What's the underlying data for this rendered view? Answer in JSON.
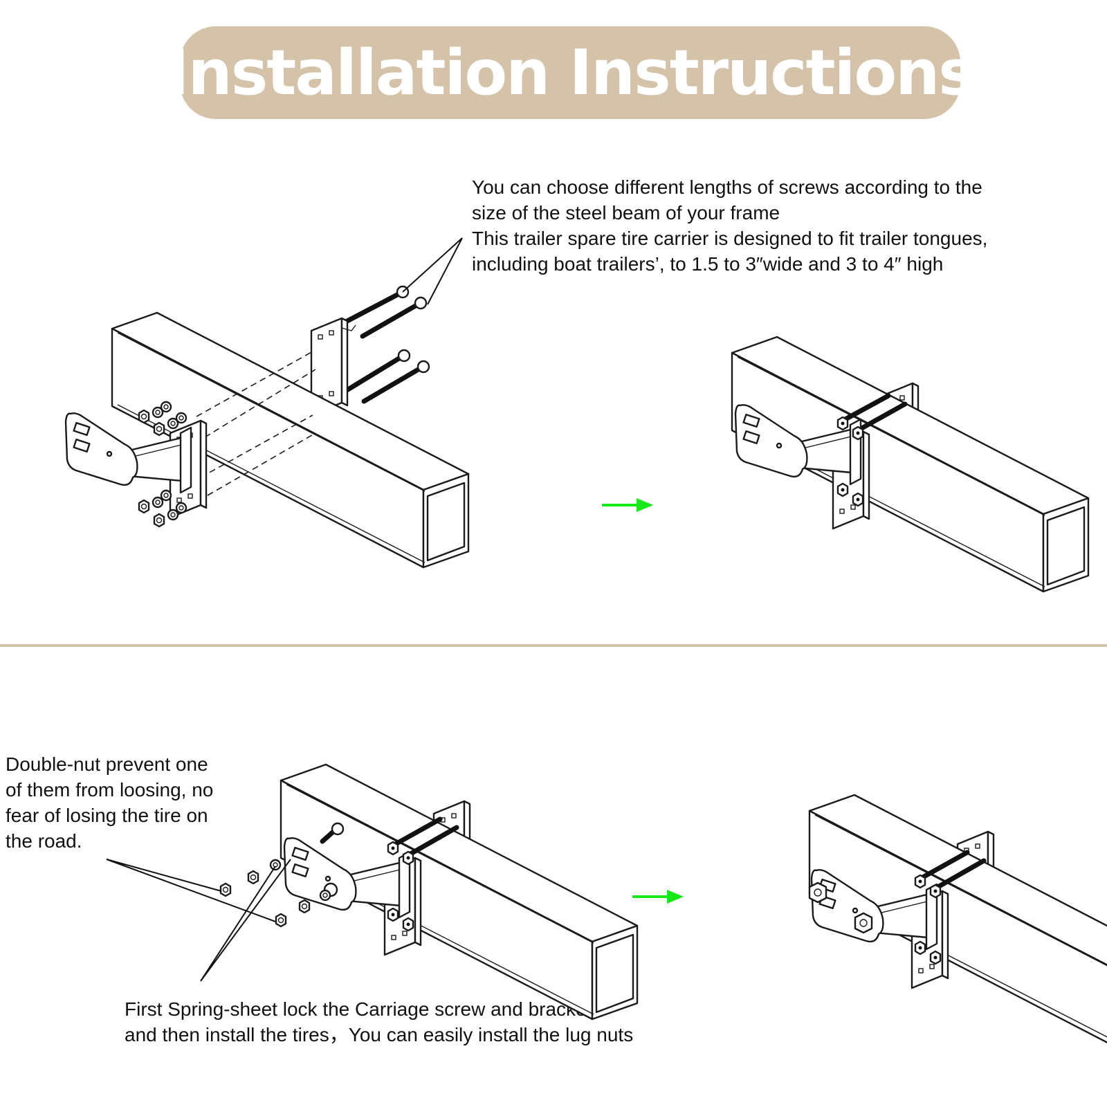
{
  "title": "Installation Instructions",
  "notes": {
    "screws": [
      "You can choose different lengths of screws according to the",
      "size of the steel beam of your frame",
      "This trailer spare tire carrier is designed to fit trailer tongues,",
      "including boat trailers’, to 1.5 to 3″wide and 3 to 4″ high"
    ],
    "double_nut": [
      "Double-nut prevent one",
      "of them from loosing, no",
      "fear of losing the tire on",
      "the road."
    ],
    "spring_sheet": [
      "First  Spring-sheet lock the Carriage screw and bracket,",
      "and then install the tires，You can easily install the lug nuts"
    ]
  },
  "colors": {
    "title_pill": "#d4c3a9",
    "title_text": "#ffffff",
    "divider": "#d4c3a9",
    "arrow": "#17e817",
    "line": "#1a1a1a"
  },
  "icons": {
    "step_arrow": "right-arrow-icon"
  }
}
